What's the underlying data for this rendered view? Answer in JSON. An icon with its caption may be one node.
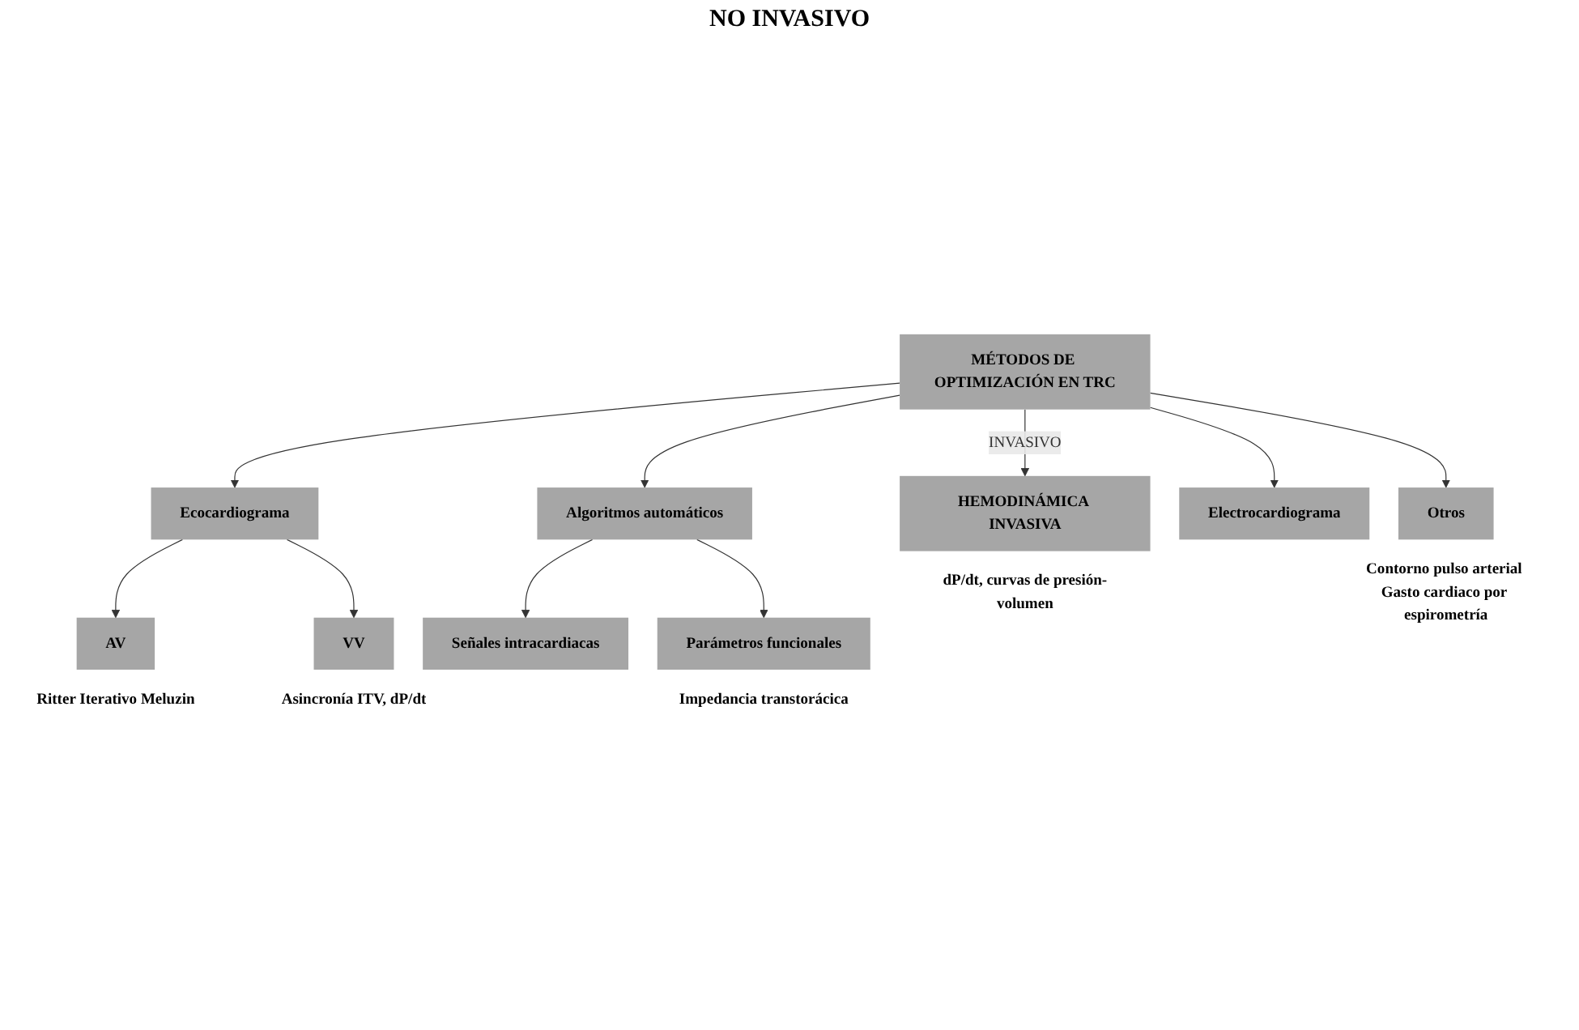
{
  "diagram": {
    "nodes": [
      {
        "text": [
          "HEMODINÁMICA INVASIVA"
        ],
        "beside": [
          "dP/dt, curvas de presión-volumen"
        ]
      },
      {
        "text": [
          "MÉTODOS DE OPTIMIZACIÓN EN TRC"
        ]
      },
      {
        "text": [
          "Ecocardiograma"
        ]
      },
      {
        "text": [
          "Algoritmos automáticos"
        ]
      },
      {
        "text": [
          "Electrocardiograma"
        ]
      },
      {
        "text": [
          "Otros"
        ],
        "beside": [
          "Contorno pulso arterial Gasto cardiaco por espirometría"
        ]
      },
      {
        "text": [
          "AV"
        ],
        "beside": [
          "Ritter Iterativo Meluzin"
        ]
      },
      {
        "text": [
          "VV"
        ],
        "beside": [
          "Asincronía ITV, dP/dt"
        ]
      },
      {
        "text": [
          "Señales intracardiacas"
        ]
      },
      {
        "text": [
          "Parámetros funcionales"
        ],
        "beside": [
          "Impedancia transtorácica"
        ]
      }
    ],
    "edges": [
      {
        "from": 1,
        "to": 0,
        "arrow": "to",
        "label": "INVASIVO"
      },
      {
        "from": 1,
        "to": 2,
        "arrow": "to"
      },
      {
        "from": 1,
        "to": 3,
        "arrow": "to"
      },
      {
        "from": 1,
        "to": 4,
        "arrow": "to"
      },
      {
        "from": 1,
        "to": 5,
        "arrow": "to"
      },
      {
        "from": 2,
        "to": 6,
        "arrow": "to"
      },
      {
        "from": 2,
        "to": 7,
        "arrow": "to"
      },
      {
        "from": 3,
        "to": 8,
        "arrow": "to"
      },
      {
        "from": 3,
        "to": 9,
        "arrow": "to"
      }
    ],
    "labels": [
      "NO INVASIVO"
    ]
  }
}
